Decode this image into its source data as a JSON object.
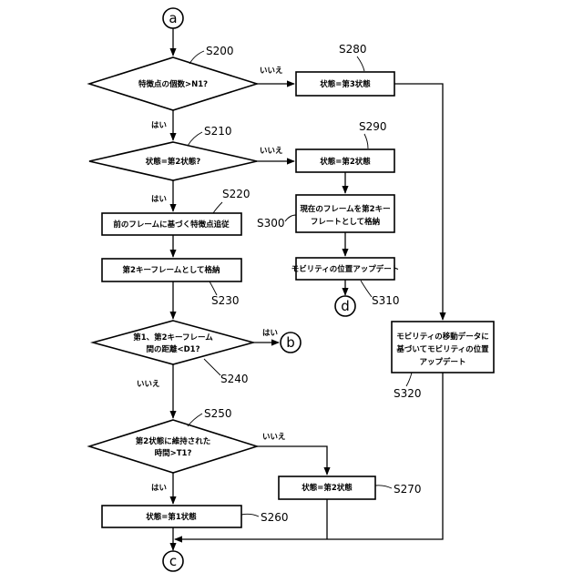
{
  "connectors": {
    "a": "a",
    "b": "b",
    "c": "c",
    "d": "d"
  },
  "decisions": {
    "s200": "特徴点の個数>N1?",
    "s210": "状態=第2状態?",
    "s240_line1": "第1、第2キーフレーム",
    "s240_line2": "間の距離<D1?",
    "s250_line1": "第2状態に維持された",
    "s250_line2": "時間>T1?"
  },
  "processes": {
    "s220": "前のフレームに基づく特徴点追従",
    "s230": "第2キーフレームとして格納",
    "s260": "状態=第1状態",
    "s270": "状態=第2状態",
    "s280": "状態=第3状態",
    "s290": "状態=第2状態",
    "s300_line1": "現在のフレームを第2キー",
    "s300_line2": "フレートとして格納",
    "s310": "モビリティの位置アップデート",
    "s320_line1": "モビリティの移動データに",
    "s320_line2": "基づいてモビリティの位置",
    "s320_line3": "アップデート"
  },
  "branch_labels": {
    "yes": "はい",
    "no": "いいえ"
  },
  "refs": {
    "s200": "S200",
    "s210": "S210",
    "s220": "S220",
    "s230": "S230",
    "s240": "S240",
    "s250": "S250",
    "s260": "S260",
    "s270": "S270",
    "s280": "S280",
    "s290": "S290",
    "s300": "S300",
    "s310": "S310",
    "s320": "S320"
  }
}
